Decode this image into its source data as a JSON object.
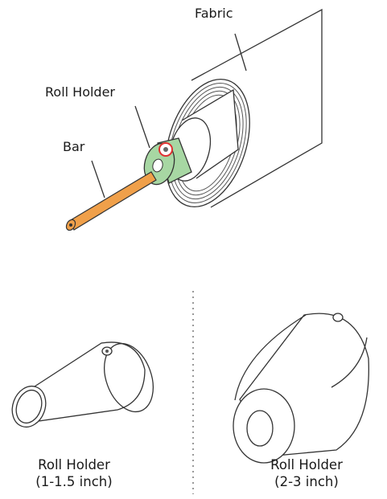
{
  "labels": {
    "fabric": "Fabric",
    "roll_holder": "Roll Holder",
    "bar": "Bar"
  },
  "captions": {
    "small": {
      "line1": "Roll Holder",
      "line2": "(1-1.5 inch)"
    },
    "large": {
      "line1": "Roll Holder",
      "line2": "(2-3 inch)"
    }
  },
  "colors": {
    "bar_orange": "#f0a04a",
    "holder_green": "#a7d7a3",
    "highlight_red": "#e03030",
    "line": "#333333"
  }
}
